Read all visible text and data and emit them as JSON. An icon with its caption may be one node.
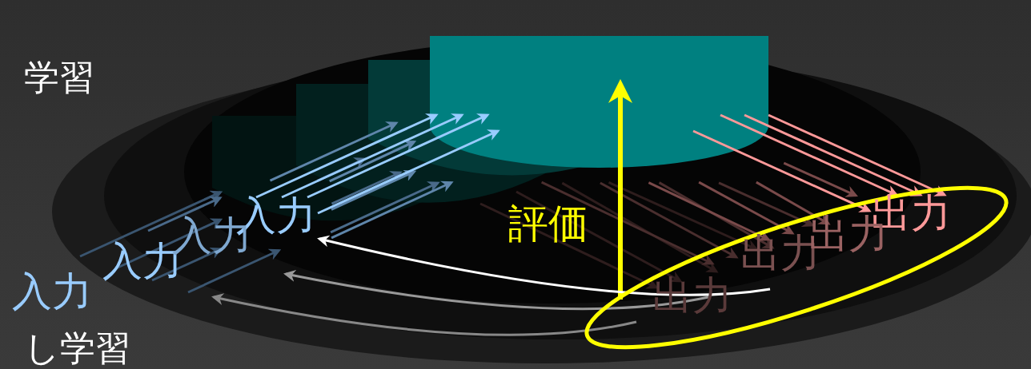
{
  "diagram": {
    "nodes": [
      {
        "text": [],
        "shape": "box"
      },
      {
        "text": [
          "入力"
        ]
      },
      {
        "text": [
          "出力"
        ]
      }
    ],
    "edges": [
      {
        "from": 1,
        "to": 0,
        "arrow": "to",
        "color": "#99ccff"
      },
      {
        "from": 1,
        "to": 0,
        "arrow": "to",
        "color": "#99ccff"
      },
      {
        "from": 1,
        "to": 0,
        "arrow": "to",
        "color": "#99ccff"
      },
      {
        "from": 1,
        "to": 0,
        "arrow": "to",
        "color": "#99ccff"
      },
      {
        "from": 0,
        "to": 2,
        "arrow": "to",
        "color": "#ff9999"
      },
      {
        "from": 0,
        "to": 2,
        "arrow": "to",
        "color": "#ff9999"
      },
      {
        "from": 0,
        "to": 2,
        "arrow": "to",
        "color": "#ff9999"
      },
      {
        "from": 0,
        "to": 2,
        "arrow": "to",
        "color": "#ff9999"
      },
      {
        "from": null,
        "to": 0,
        "arrow": "to",
        "label": "評価",
        "color": "#ffff00",
        "style": "thick"
      },
      {
        "from": null,
        "to": 1,
        "arrow": "to",
        "color": "#ffffff"
      }
    ],
    "labels": [
      "学習",
      "入力",
      "入力",
      "入力",
      "出力",
      "出力",
      "出力",
      "し学習"
    ]
  }
}
